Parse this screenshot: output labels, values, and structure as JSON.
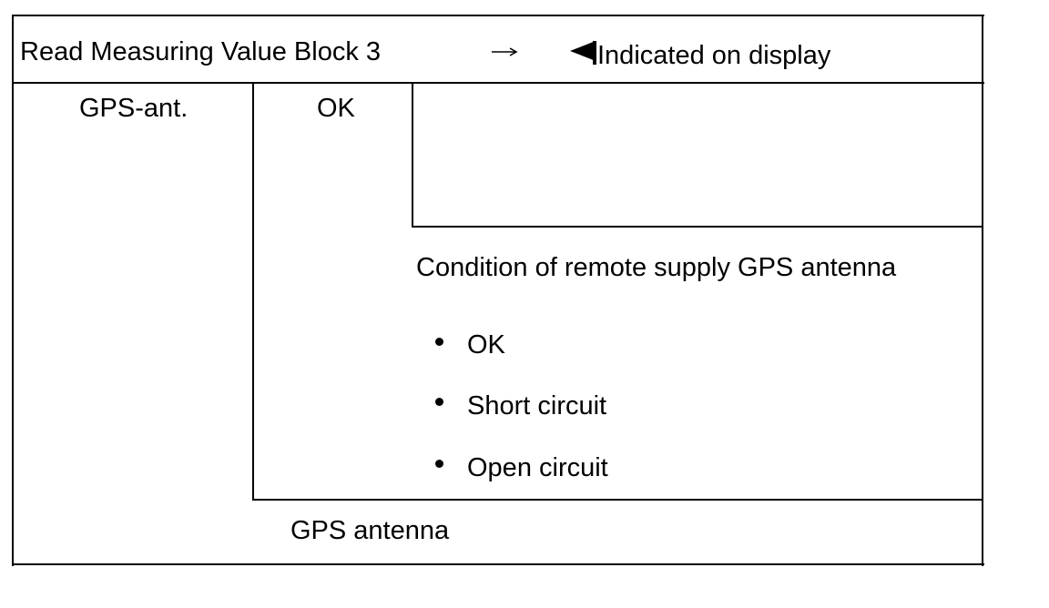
{
  "header": {
    "title": "Read Measuring Value Block 3",
    "arrow_icon": "right-arrow-icon",
    "pointer_icon": "left-triangle-pointer-icon",
    "display_note": "Indicated on display"
  },
  "display_field": {
    "label": "GPS-ant.",
    "value": "OK"
  },
  "description": {
    "condition_text": "Condition of remote supply GPS antenna",
    "options": [
      "OK",
      "Short circuit",
      "Open circuit"
    ]
  },
  "footer": {
    "caption": "GPS antenna"
  }
}
